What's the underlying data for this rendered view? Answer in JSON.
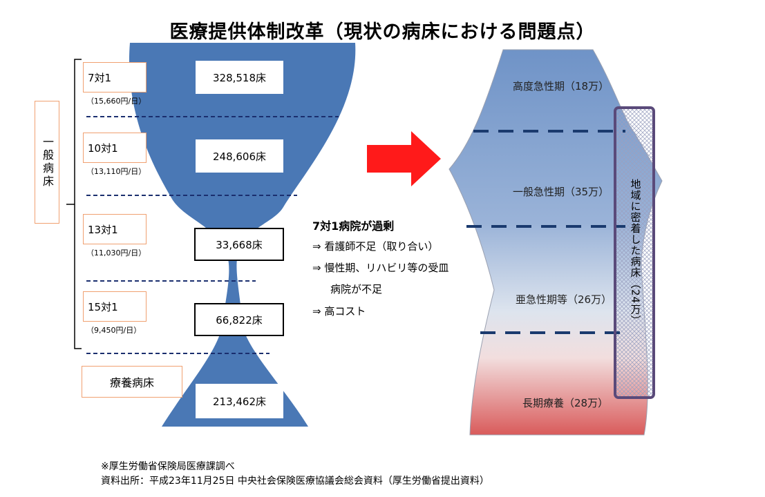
{
  "title": "医療提供体制改革（現状の病床における問題点）",
  "left": {
    "general_beds_label": "一般病床",
    "ratios": [
      {
        "label": "7対1",
        "price": "（15,660円/日）",
        "beds": "328,518床"
      },
      {
        "label": "10対1",
        "price": "（13,110円/日）",
        "beds": "248,606床"
      },
      {
        "label": "13対1",
        "price": "（11,030円/日）",
        "beds": "33,668床"
      },
      {
        "label": "15対1",
        "price": "（9,450円/日）",
        "beds": "66,822床"
      }
    ],
    "ryoyo": {
      "label": "療養病床",
      "beds": "213,462床"
    },
    "shape_color": "#4a78b5"
  },
  "issues": {
    "heading": "7対1病院が過剰",
    "items": [
      "⇒ 看護師不足（取り合い）",
      "⇒ 慢性期、リハビリ等の受皿",
      "病院が不足",
      "⇒ 高コスト"
    ]
  },
  "arrow_color": "#ff1a1a",
  "right": {
    "periods": [
      {
        "label": "高度急性期（18万）"
      },
      {
        "label": "一般急性期（35万）"
      },
      {
        "label": "亜急性期等（26万）"
      },
      {
        "label": "長期療養（28万）"
      }
    ],
    "community": "地域に密着した病床（24万）",
    "box_color": "#5a4a7a"
  },
  "notes": {
    "source1": "※厚生労働省保険局医療課調べ",
    "source2": "資料出所：平成23年11月25日 中央社会保険医療協議会総会資料（厚生労働省提出資料）"
  }
}
